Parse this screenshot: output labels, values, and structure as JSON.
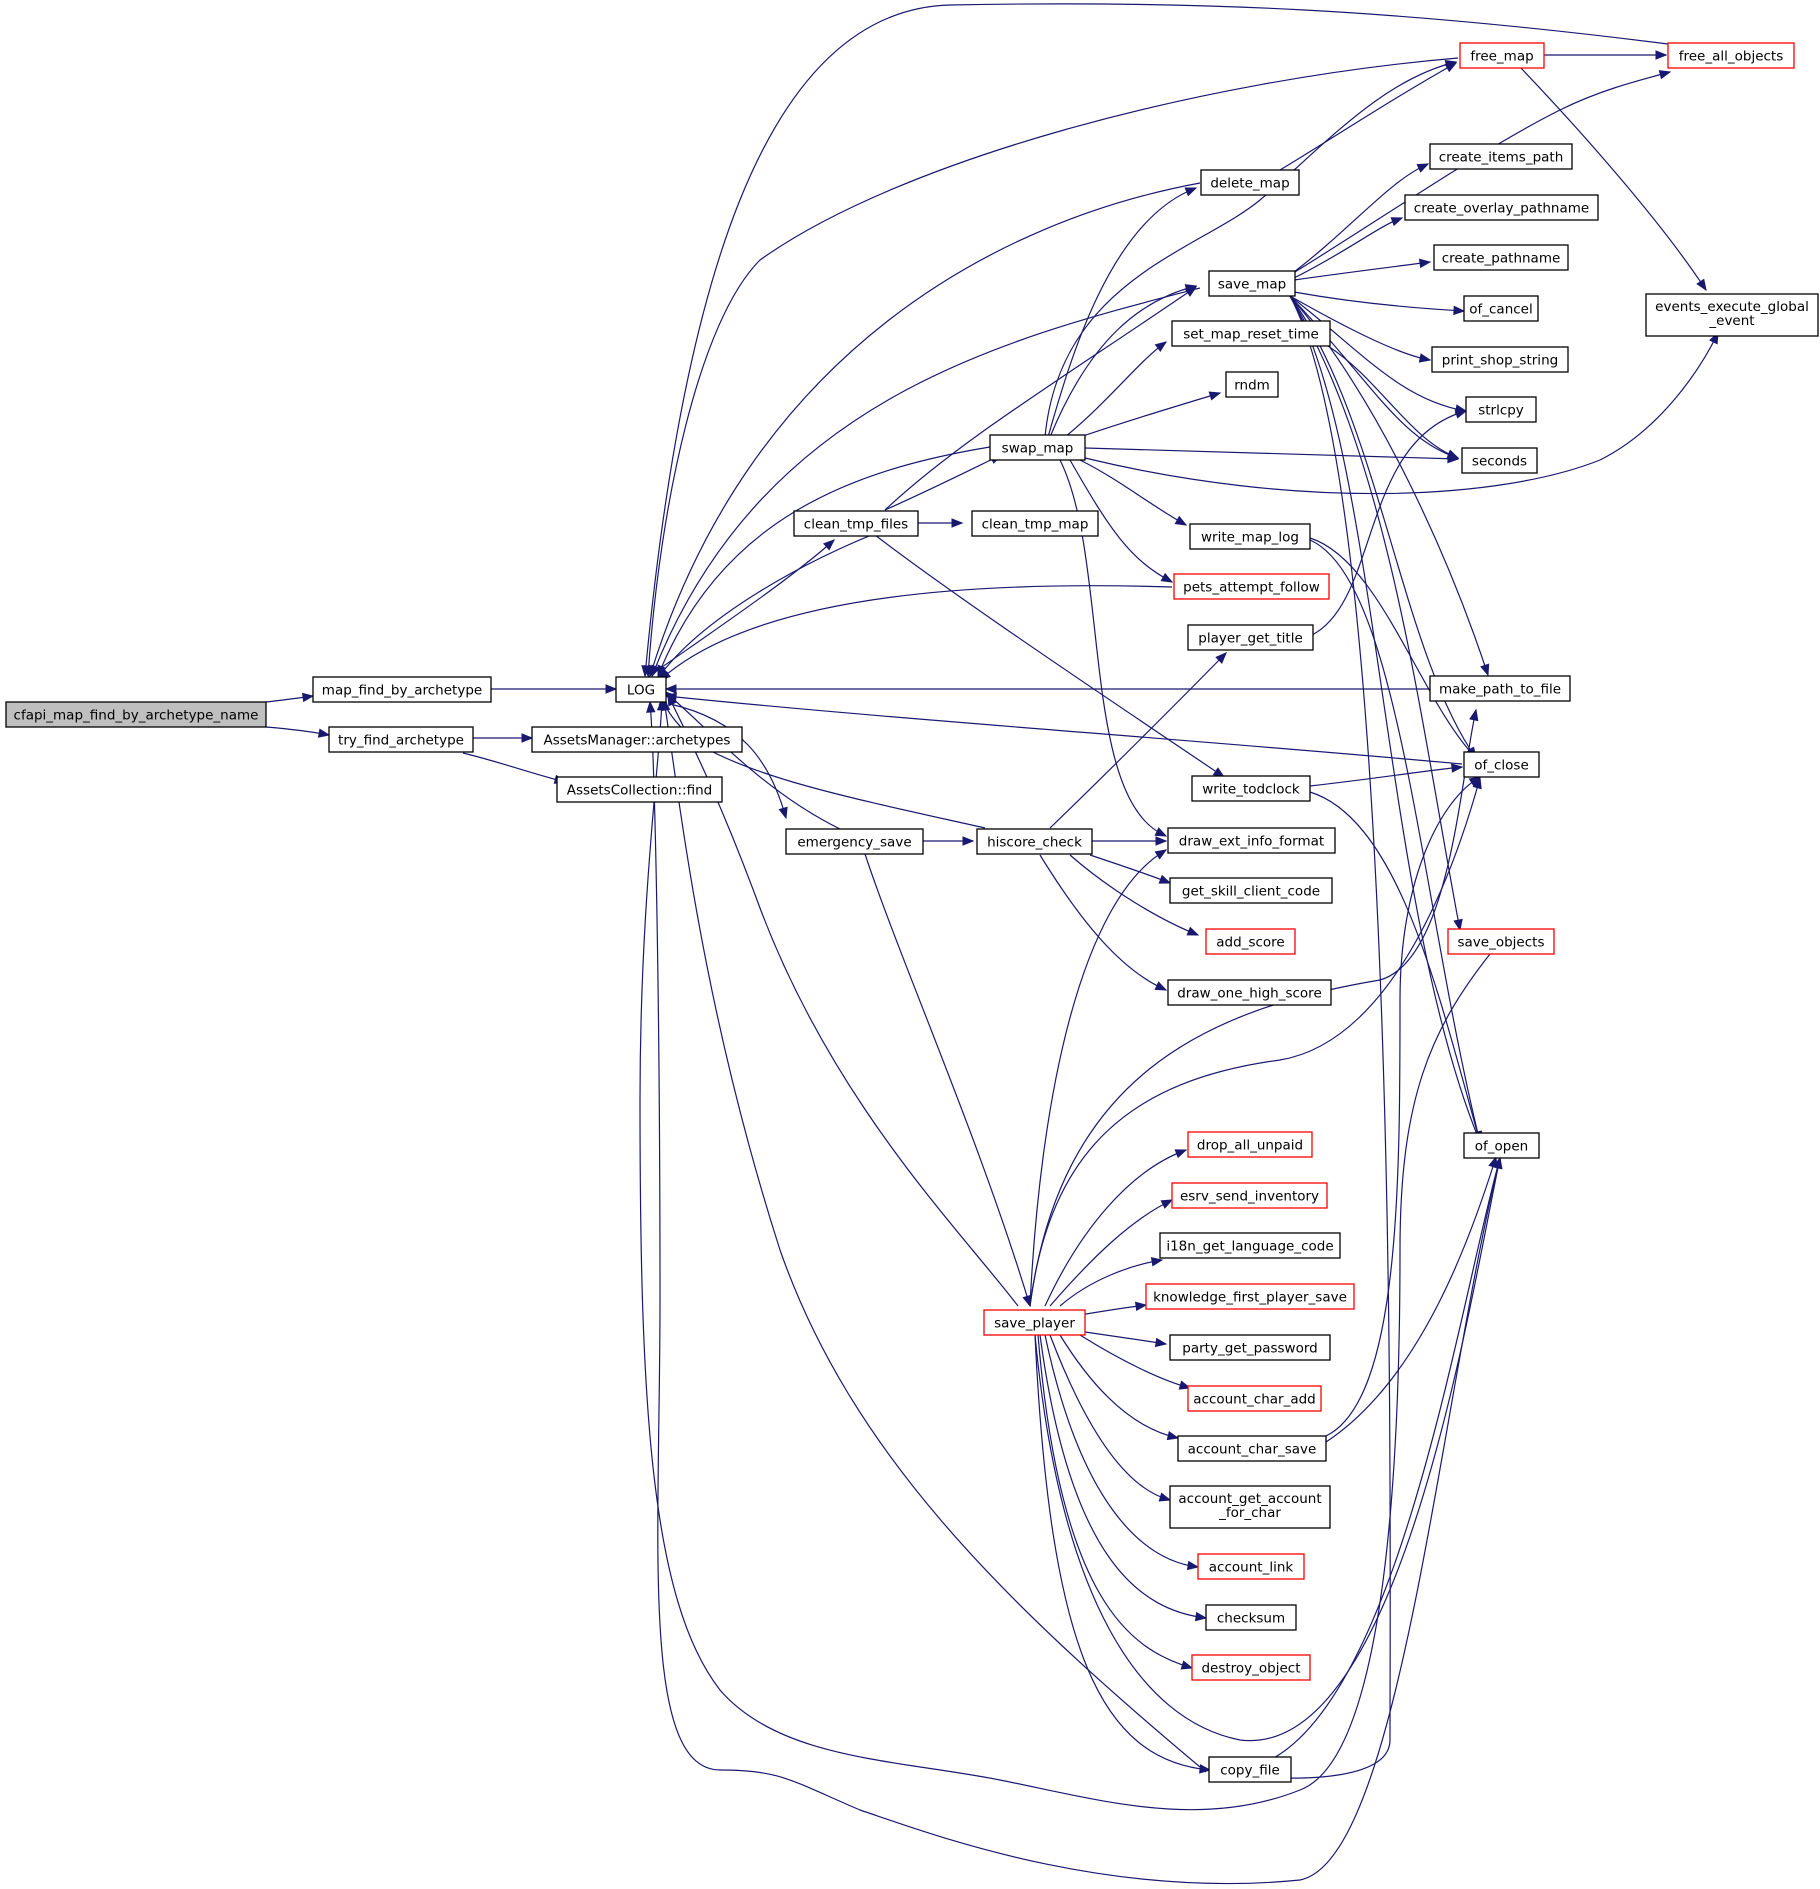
{
  "colors": {
    "edge": "#191970",
    "node_border": "#000000",
    "truncated_border": "#ff0000",
    "root_fill": "#bfbfbf"
  },
  "nodes": {
    "root": {
      "label": "cfapi_map_find_by_archetype_name"
    },
    "map_find_by_archetype": {
      "label": "map_find_by_archetype"
    },
    "try_find_archetype": {
      "label": "try_find_archetype"
    },
    "LOG": {
      "label": "LOG"
    },
    "assets_manager_archetypes": {
      "label": "AssetsManager::archetypes"
    },
    "assets_collection_find": {
      "label": "AssetsCollection::find"
    },
    "clean_tmp_files": {
      "label": "clean_tmp_files"
    },
    "emergency_save": {
      "label": "emergency_save"
    },
    "swap_map": {
      "label": "swap_map"
    },
    "clean_tmp_map": {
      "label": "clean_tmp_map"
    },
    "hiscore_check": {
      "label": "hiscore_check"
    },
    "save_player": {
      "label": "save_player"
    },
    "delete_map": {
      "label": "delete_map"
    },
    "save_map": {
      "label": "save_map"
    },
    "set_map_reset_time": {
      "label": "set_map_reset_time"
    },
    "rndm": {
      "label": "rndm"
    },
    "write_map_log": {
      "label": "write_map_log"
    },
    "pets_attempt_follow": {
      "label": "pets_attempt_follow"
    },
    "player_get_title": {
      "label": "player_get_title"
    },
    "write_todclock": {
      "label": "write_todclock"
    },
    "draw_ext_info_format": {
      "label": "draw_ext_info_format"
    },
    "get_skill_client_code": {
      "label": "get_skill_client_code"
    },
    "add_score": {
      "label": "add_score"
    },
    "draw_one_high_score": {
      "label": "draw_one_high_score"
    },
    "drop_all_unpaid": {
      "label": "drop_all_unpaid"
    },
    "esrv_send_inventory": {
      "label": "esrv_send_inventory"
    },
    "i18n_get_language_code": {
      "label": "i18n_get_language_code"
    },
    "knowledge_first_player_save": {
      "label": "knowledge_first_player_save"
    },
    "party_get_password": {
      "label": "party_get_password"
    },
    "account_char_add": {
      "label": "account_char_add"
    },
    "account_char_save": {
      "label": "account_char_save"
    },
    "account_get_account_for_char": {
      "label1": "account_get_account",
      "label2": "_for_char"
    },
    "account_link": {
      "label": "account_link"
    },
    "checksum": {
      "label": "checksum"
    },
    "destroy_object": {
      "label": "destroy_object"
    },
    "copy_file": {
      "label": "copy_file"
    },
    "free_map": {
      "label": "free_map"
    },
    "free_all_objects": {
      "label": "free_all_objects"
    },
    "create_items_path": {
      "label": "create_items_path"
    },
    "create_overlay_pathname": {
      "label": "create_overlay_pathname"
    },
    "create_pathname": {
      "label": "create_pathname"
    },
    "of_cancel": {
      "label": "of_cancel"
    },
    "print_shop_string": {
      "label": "print_shop_string"
    },
    "strlcpy": {
      "label": "strlcpy"
    },
    "seconds": {
      "label": "seconds"
    },
    "make_path_to_file": {
      "label": "make_path_to_file"
    },
    "of_close": {
      "label": "of_close"
    },
    "save_objects": {
      "label": "save_objects"
    },
    "of_open": {
      "label": "of_open"
    },
    "events_execute_global_event": {
      "label1": "events_execute_global",
      "label2": "_event"
    }
  }
}
